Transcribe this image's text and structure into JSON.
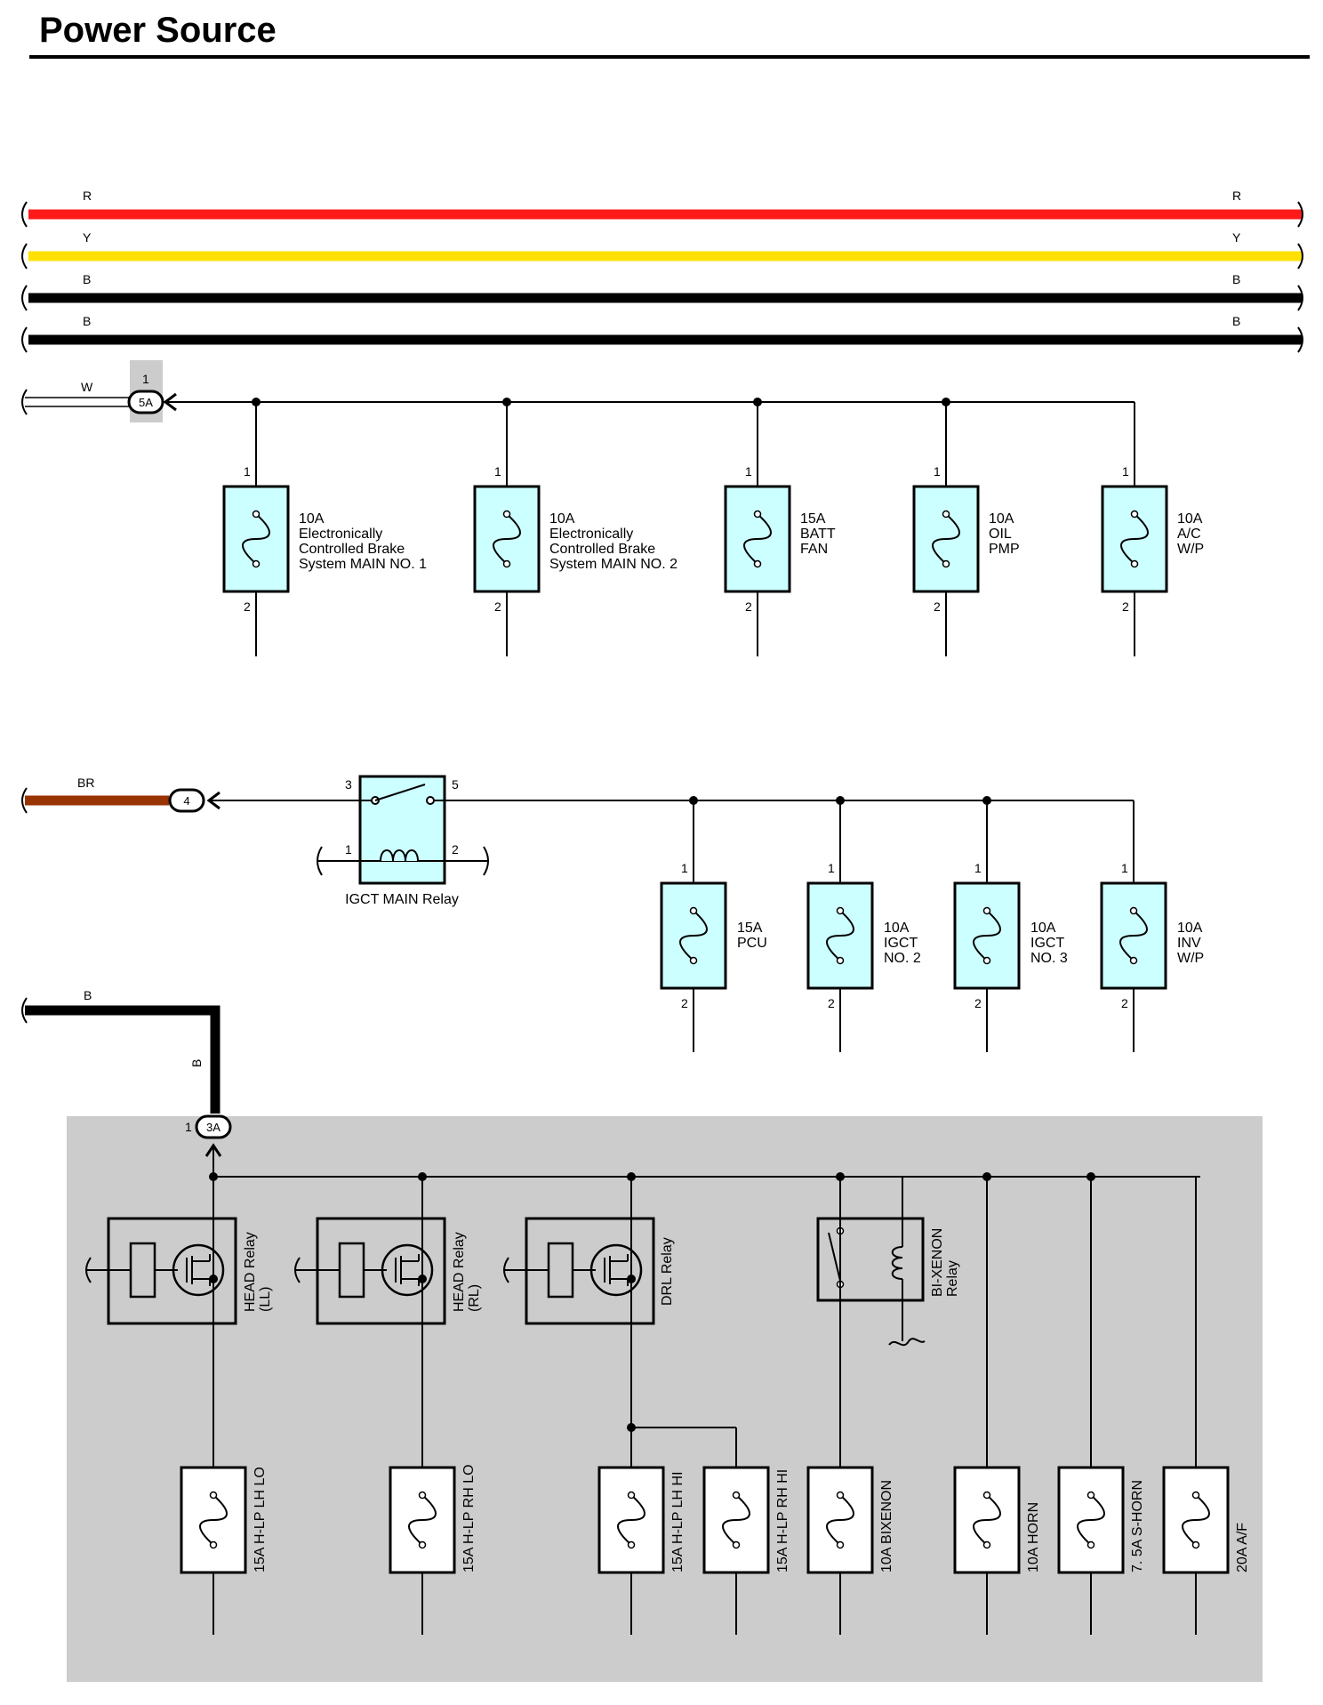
{
  "title": "Power Source",
  "colors": {
    "red": "#ff1a1a",
    "yellow": "#ffe000",
    "black": "#000000",
    "brown": "#993300",
    "fuse_fill": "#ccffff",
    "panel_gray": "#cccccc",
    "connector_gray": "#cccccc"
  },
  "bus_wires": [
    {
      "label": "R",
      "color": "#ff1a1a"
    },
    {
      "label": "Y",
      "color": "#ffe000"
    },
    {
      "label": "B",
      "color": "#000000"
    },
    {
      "label": "B",
      "color": "#000000"
    }
  ],
  "row1": {
    "wire_label": "W",
    "connector": {
      "id": "5A",
      "pin": "1"
    },
    "fuses": [
      {
        "pin_top": "1",
        "pin_bottom": "2",
        "lines": [
          "10A",
          "Electronically",
          "Controlled Brake",
          "System MAIN NO. 1"
        ]
      },
      {
        "pin_top": "1",
        "pin_bottom": "2",
        "lines": [
          "10A",
          "Electronically",
          "Controlled Brake",
          "System MAIN NO. 2"
        ]
      },
      {
        "pin_top": "1",
        "pin_bottom": "2",
        "lines": [
          "15A",
          "BATT",
          "FAN"
        ]
      },
      {
        "pin_top": "1",
        "pin_bottom": "2",
        "lines": [
          "10A",
          "OIL",
          "PMP"
        ]
      },
      {
        "pin_top": "1",
        "pin_bottom": "2",
        "lines": [
          "10A",
          "A/C",
          "W/P"
        ]
      }
    ]
  },
  "row2": {
    "wire_label": "BR",
    "connector": {
      "id": "4"
    },
    "relay": {
      "label": "IGCT MAIN Relay",
      "pins": [
        "3",
        "5",
        "1",
        "2"
      ]
    },
    "fuses": [
      {
        "pin_top": "1",
        "pin_bottom": "2",
        "lines": [
          "15A",
          "PCU"
        ]
      },
      {
        "pin_top": "1",
        "pin_bottom": "2",
        "lines": [
          "10A",
          "IGCT",
          "NO. 2"
        ]
      },
      {
        "pin_top": "1",
        "pin_bottom": "2",
        "lines": [
          "10A",
          "IGCT",
          "NO. 3"
        ]
      },
      {
        "pin_top": "1",
        "pin_bottom": "2",
        "lines": [
          "10A",
          "INV",
          "W/P"
        ]
      }
    ]
  },
  "row3": {
    "wire_label": "B",
    "wire_label_vertical": "B",
    "connector": {
      "id": "3A",
      "pin": "1"
    },
    "relays": [
      {
        "lines": [
          "HEAD Relay",
          "(LL)"
        ]
      },
      {
        "lines": [
          "HEAD Relay",
          "(RL)"
        ]
      },
      {
        "lines": [
          "DRL Relay"
        ]
      },
      {
        "lines": [
          "BI-XENON",
          "Relay"
        ]
      }
    ],
    "fuses": [
      {
        "label": "15A H-LP LH LO"
      },
      {
        "label": "15A H-LP RH LO"
      },
      {
        "label": "15A H-LP LH HI"
      },
      {
        "label": "15A H-LP RH HI"
      },
      {
        "label": "10A BIXENON"
      },
      {
        "label": "10A HORN"
      },
      {
        "label": "7. 5A S-HORN"
      },
      {
        "label": "20A A/F"
      }
    ]
  }
}
